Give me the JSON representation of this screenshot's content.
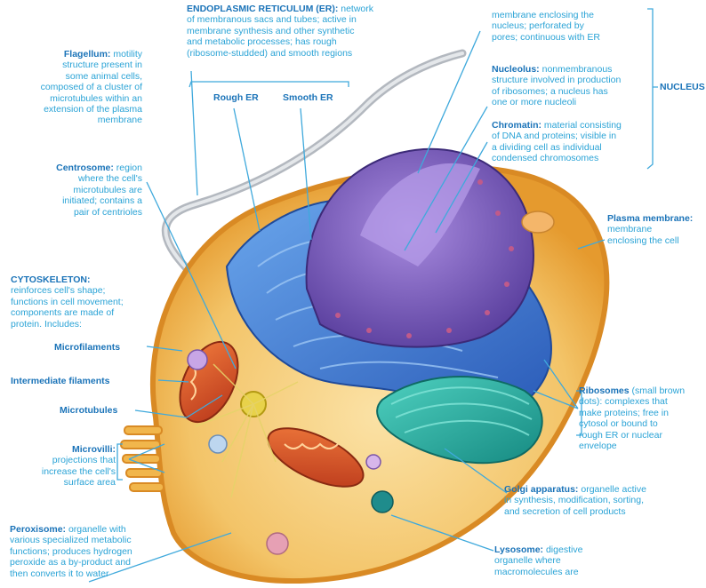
{
  "colors": {
    "label_title": "#1a73b8",
    "label_text": "#2aa3d6",
    "leader_line": "#3fa9dc",
    "cell_outer": "#f1b64c",
    "cytoplasm": "#f6d080",
    "er": "#3f7fd6",
    "nucleus": "#8a63c9",
    "golgi": "#2bb3a3",
    "mitochondria": "#e0562a"
  },
  "labels": {
    "er": {
      "title": "ENDOPLASMIC RETICULUM (ER):",
      "lines": [
        "network",
        "of membranous sacs and tubes; active in",
        "membrane synthesis and other synthetic",
        "and metabolic processes; has rough",
        "(ribosome-studded) and smooth regions"
      ]
    },
    "rough_er": "Rough ER",
    "smooth_er": "Smooth ER",
    "flagellum": {
      "title": "Flagellum:",
      "lines": [
        "motility",
        "structure present in",
        "some animal cells,",
        "composed of a cluster of",
        "microtubules within an",
        "extension of the plasma",
        "membrane"
      ]
    },
    "nuclear_envelope": {
      "lines": [
        "membrane enclosing the",
        "nucleus; perforated by",
        "pores; continuous with ER"
      ]
    },
    "nucleolus": {
      "title": "Nucleolus:",
      "lines": [
        "nonmembranous",
        "structure involved in production",
        "of ribosomes; a nucleus has",
        "one or more nucleoli"
      ]
    },
    "nucleus": "NUCLEUS",
    "chromatin": {
      "title": "Chromatin:",
      "lines": [
        "material consisting",
        "of DNA and proteins; visible in",
        "a dividing cell as individual",
        "condensed chromosomes"
      ]
    },
    "centrosome": {
      "title": "Centrosome:",
      "lines": [
        "region",
        "where the cell's",
        "microtubules are",
        "initiated; contains a",
        "pair of centrioles"
      ]
    },
    "plasma_membrane": {
      "title": "Plasma membrane:",
      "lines": [
        "membrane",
        "enclosing the cell"
      ]
    },
    "cytoskeleton": {
      "title": "CYTOSKELETON:",
      "lines": [
        "reinforces cell's shape;",
        "functions in cell movement;",
        "components are made of",
        "protein. Includes:"
      ]
    },
    "microfilaments": "Microfilaments",
    "intermediate_filaments": "Intermediate filaments",
    "microtubules": "Microtubules",
    "ribosomes": {
      "title": "Ribosomes",
      "lines": [
        "(small brown",
        "dots): complexes  that",
        "make proteins; free in",
        "cytosol or bound to",
        "rough ER or nuclear",
        "envelope"
      ]
    },
    "microvilli": {
      "title": "Microvilli:",
      "lines": [
        "projections that",
        "increase the cell's",
        "surface area"
      ]
    },
    "golgi": {
      "title": "Golgi apparatus:",
      "lines": [
        "organelle active",
        "in synthesis, modification, sorting,",
        "and secretion of cell products"
      ]
    },
    "peroxisome": {
      "title": "Peroxisome:",
      "lines": [
        "organelle with",
        "various specialized metabolic",
        "functions; produces hydrogen",
        "peroxide as a by-product and",
        "then converts it to water"
      ]
    },
    "lysosome": {
      "title": "Lysosome:",
      "lines": [
        "digestive",
        "organelle where",
        "macromolecules are"
      ]
    }
  }
}
